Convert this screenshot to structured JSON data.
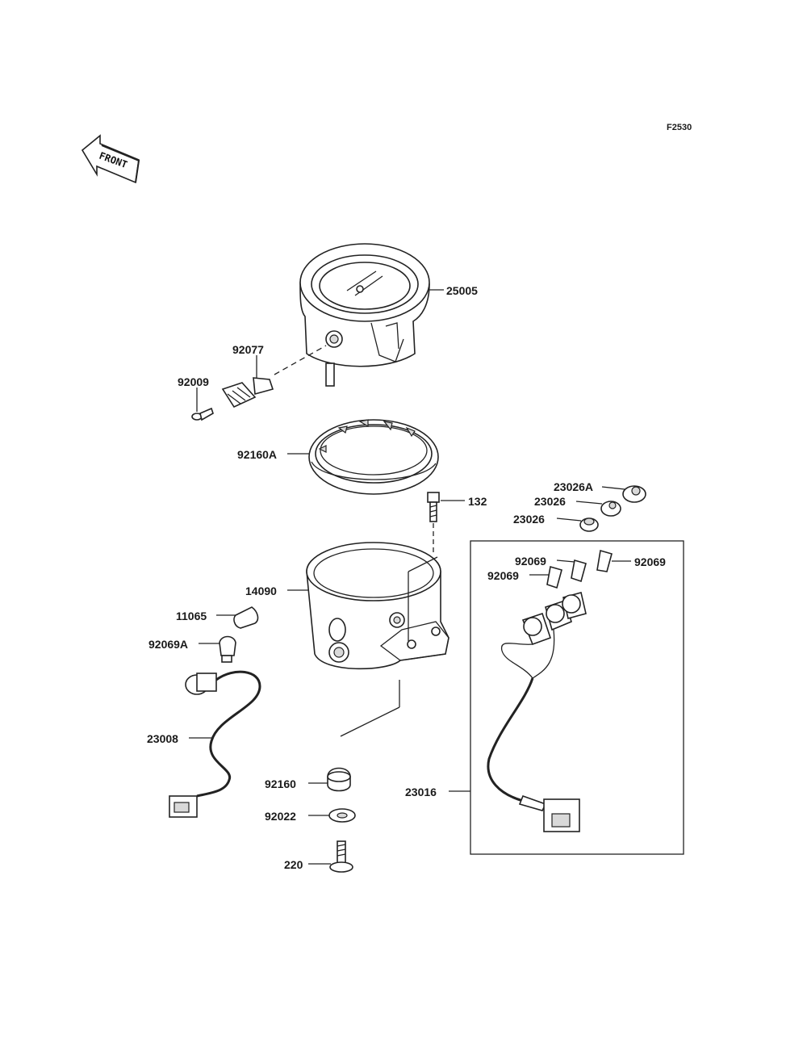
{
  "figure_code": "F2530",
  "front_label": "FRONT",
  "labels": {
    "p25005": "25005",
    "p92077": "92077",
    "p92009": "92009",
    "p92160A": "92160A",
    "p132": "132",
    "p23026A": "23026A",
    "p23026_top": "23026",
    "p23026_bottom": "23026",
    "p92069_a": "92069",
    "p92069_b": "92069",
    "p92069_c": "92069",
    "p14090": "14090",
    "p11065": "11065",
    "p92069A": "92069A",
    "p23008": "23008",
    "p92160": "92160",
    "p92022": "92022",
    "p220": "220",
    "p23016": "23016"
  }
}
